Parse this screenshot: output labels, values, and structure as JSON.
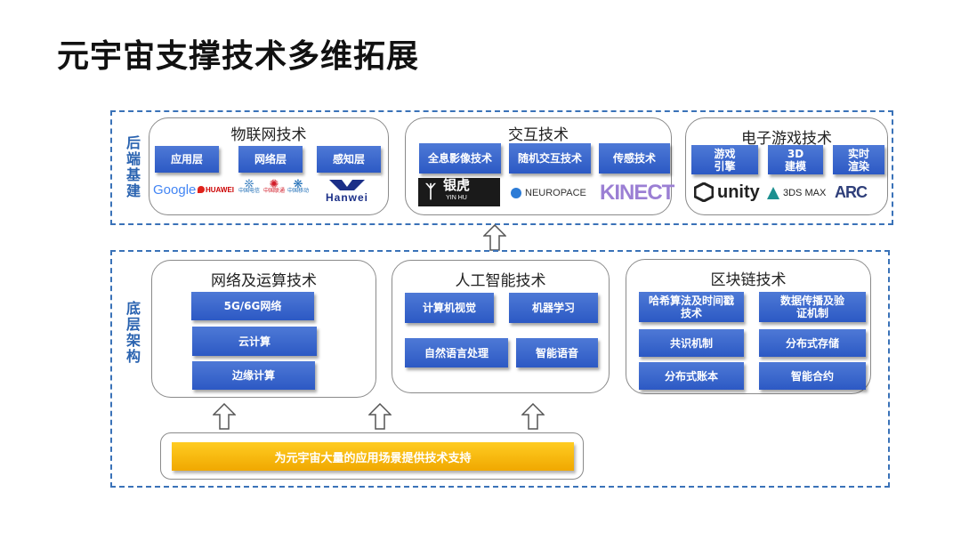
{
  "title": "元宇宙支撑技术多维拓展",
  "top_region": {
    "label": "后端基建",
    "modules": [
      {
        "title": "物联网技术",
        "buttons": [
          "应用层",
          "网络层",
          "感知层"
        ],
        "logos": [
          "Google",
          "HUAWEI",
          "中国电信",
          "中国联通",
          "中国移动",
          "Hanwei"
        ]
      },
      {
        "title": "交互技术",
        "buttons": [
          "全息影像技术",
          "随机交互技术",
          "传感技术"
        ],
        "logos": [
          "银虎",
          "YIN HU",
          "NEUROPACE",
          "KINECT"
        ]
      },
      {
        "title": "电子游戏技术",
        "buttons": [
          "游戏引擎",
          "3D建模",
          "实时渲染"
        ],
        "logos": [
          "unity",
          "3DS MAX",
          "ARC"
        ]
      }
    ]
  },
  "bottom_region": {
    "label": "底层架构",
    "modules": [
      {
        "title": "网络及运算技术",
        "buttons": [
          "5G/6G网络",
          "云计算",
          "边缘计算"
        ]
      },
      {
        "title": "人工智能技术",
        "buttons": [
          "计算机视觉",
          "机器学习",
          "自然语言处理",
          "智能语音"
        ]
      },
      {
        "title": "区块链技术",
        "buttons": [
          "哈希算法及时间戳技术",
          "数据传播及验证机制",
          "共识机制",
          "分布式存储",
          "分布式账本",
          "智能合约"
        ]
      }
    ],
    "support_text": "为元宇宙大量的应用场景提供技术支持"
  },
  "colors": {
    "accent_blue": "#2c59c4",
    "dash_blue": "#3a72b8",
    "yellow": "#f0a800"
  }
}
